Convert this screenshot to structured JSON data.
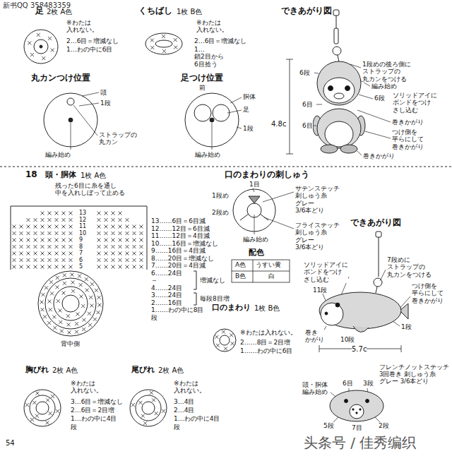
{
  "diagram": {
    "labels": [
      "新书QQ 358483359",
      "足",
      "2枚 A色",
      "※わたは 入れない。",
      "2…6目＝増減なし",
      "1…わの中に6目",
      "くちばし",
      "1枚 B色",
      "※わたは 入れない。",
      "2…6目＝増減なし",
      "1…鎖2目から 6目拾う",
      "できあがり図",
      "1段めの後ろ側に ストラップの 丸カンをつける",
      "6段",
      "編み始め",
      "6段",
      "ソリッドアイに ボンドをつけ さし込む",
      "6目",
      "巻きかがり",
      "6目",
      "つけ側を 平らにして 巻きかがり",
      "巻きかがり",
      "4.8c",
      "丸カンつけ位置",
      "頭",
      "1段",
      "ストラップの 丸カン",
      "編み始め",
      "足つけ位置",
      "前",
      "胴体",
      "足",
      "1段",
      "編み始め",
      "18",
      "頭・胴体",
      "1枚 A色",
      "残った6目に糸を通し 中を入れしぼって止める",
      "13",
      "12",
      "11",
      "10",
      "9",
      "8",
      "7",
      "6",
      "5",
      "13……6目＝6目減",
      "12……12目＝6目減",
      "11……12目＝4目減",
      "10……16目＝増減なし",
      "9……16目＝4目減",
      "8……20目＝増減なし",
      "7……20目＝4目減",
      "6……24目",
      "～",
      "4……24目",
      "3……24目",
      "2……16目",
      "1……わの中に8目",
      "段",
      "増減なし",
      "毎段8目増",
      "背中側",
      "口のまわりの刺しゅう",
      "1目",
      "1段め",
      "2段め",
      "サテンステッチ 刺しゅう糸 グレー 3/6本どり",
      "フライステッチ 刺しゅう糸 グレー 3/6本どり",
      "編み始め",
      "配色",
      "A色",
      "うすい黄",
      "B色",
      "白",
      "口のまわり",
      "1枚 B色",
      "※わたは入れない。",
      "2……8目＝2目増",
      "1……わの中に6目",
      "できあがり図",
      "7段めに ストラップの 丸カンをつける",
      "ソリッドアイに ボンドをつけ さし込む",
      "11段",
      "つけ側を 平らにして 巻きかがり",
      "1段",
      "巻き かがり",
      "10段",
      "5.7c",
      "フレンチノットステッチ 3回巻き 刺しゅう糸 グレー 3/6本どり",
      "頭・胴体 編み始め",
      "6目",
      "3段",
      "5段",
      "7目",
      "2段",
      "胸びれ",
      "2枚 A色",
      "※わたは 入れない。",
      "3…6目＝増減なし",
      "2…6目＝2目増",
      "1…わの中に4目",
      "段",
      "尾びれ",
      "2枚 A色",
      "※わたは 入れない。",
      "3…4目",
      "2…4目",
      "1…わの中に4目",
      "段",
      "54",
      "头条号 / 佳秀编织"
    ]
  }
}
